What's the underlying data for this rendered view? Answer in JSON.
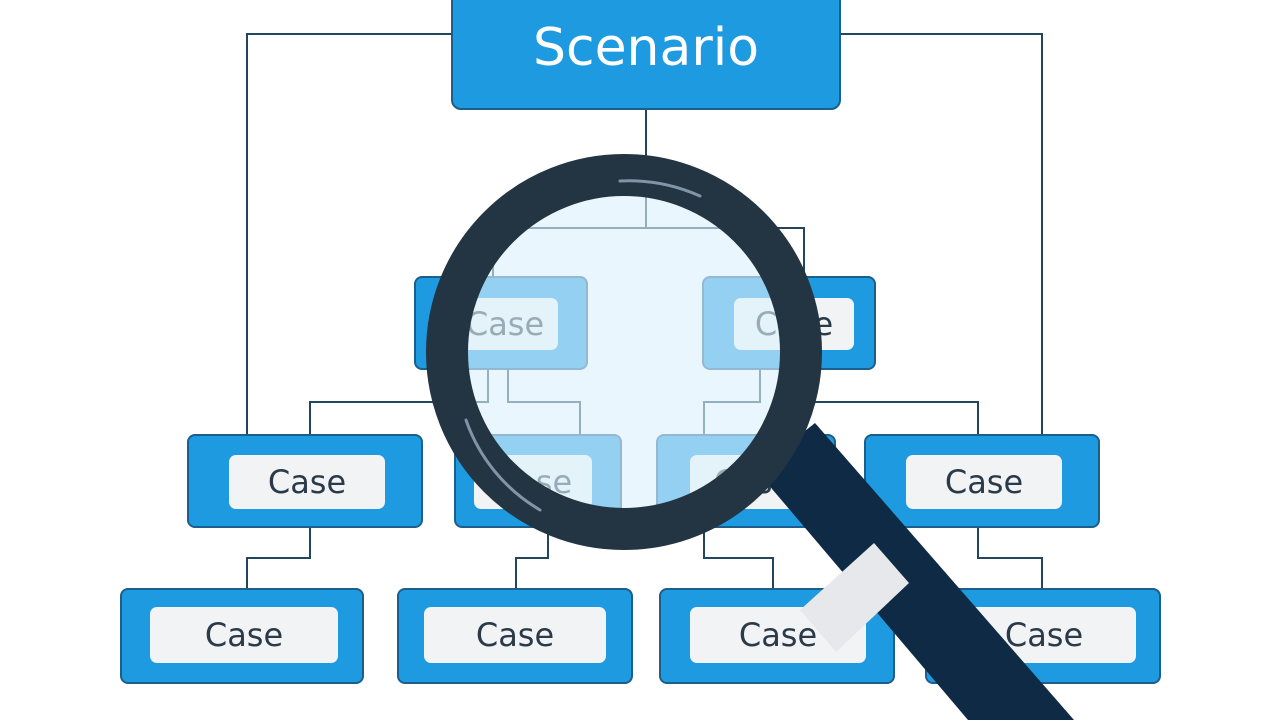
{
  "diagram": {
    "root_label": "Scenario",
    "level1": [
      "Case",
      "Case"
    ],
    "level2": [
      "Case",
      "Case",
      "Case",
      "Case"
    ],
    "level3": [
      "Case",
      "Case",
      "Case",
      "Case"
    ]
  },
  "colors": {
    "box_fill": "#1e9be0",
    "box_border": "#1c5f8c",
    "label_pill": "#f1f3f5",
    "connector": "#23455e",
    "magnifier_ring": "#233442",
    "magnifier_handle": "#0f2a45",
    "magnifier_band": "#e6e8eb",
    "lens_tint": "#dcf0fb"
  },
  "icons": [
    "magnifying-glass-icon"
  ]
}
